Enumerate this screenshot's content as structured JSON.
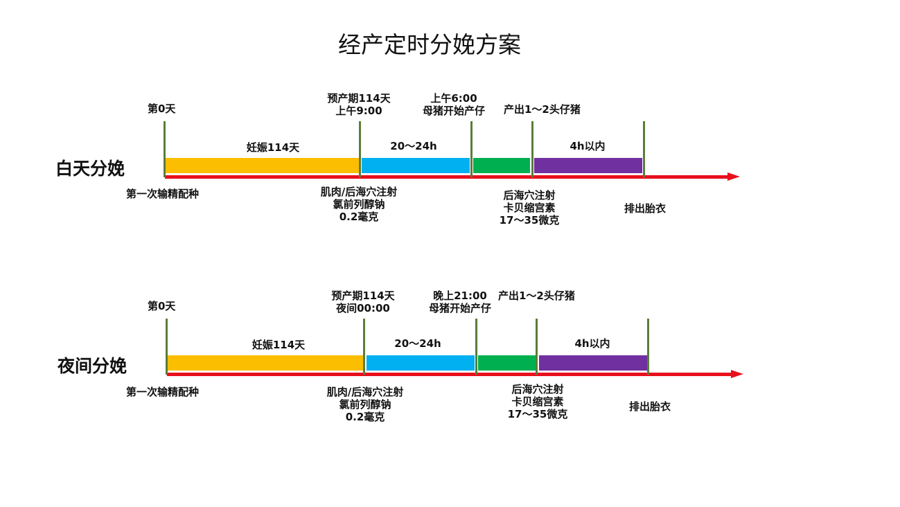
{
  "title": "经产定时分娩方案",
  "colors": {
    "gestation": "#fbbe00",
    "wait": "#00b0f0",
    "farrow": "#00b050",
    "placenta": "#7030a0",
    "arrow": "#e8101c",
    "tick": "#5a7d3a"
  },
  "day": {
    "label": "白天分娩",
    "day0": "第0天",
    "due_line1": "预产期114天",
    "due_line2": "上午9:00",
    "start_line1": "上午6:00",
    "start_line2": "母猪开始产仔",
    "produce": "产出1～2头仔猪",
    "seg_gestation": "妊娠114天",
    "seg_wait": "20～24h",
    "seg_placenta": "4h以内",
    "insem": "第一次输精配种",
    "inj1_line1": "肌肉/后海穴注射",
    "inj1_line2": "氯前列醇钠",
    "inj1_line3": "0.2毫克",
    "inj2_line1": "后海穴注射",
    "inj2_line2": "卡贝缩宫素",
    "inj2_line3": "17～35微克",
    "placenta": "排出胎衣"
  },
  "night": {
    "label": "夜间分娩",
    "day0": "第0天",
    "due_line1": "预产期114天",
    "due_line2": "夜间00:00",
    "start_line1": "晚上21:00",
    "start_line2": "母猪开始产仔",
    "produce": "产出1～2头仔猪",
    "seg_gestation": "妊娠114天",
    "seg_wait": "20～24h",
    "seg_placenta": "4h以内",
    "insem": "第一次输精配种",
    "inj1_line1": "肌肉/后海穴注射",
    "inj1_line2": "氯前列醇钠",
    "inj1_line3": "0.2毫克",
    "inj2_line1": "后海穴注射",
    "inj2_line2": "卡贝缩宫素",
    "inj2_line3": "17～35微克",
    "placenta": "排出胎衣"
  }
}
